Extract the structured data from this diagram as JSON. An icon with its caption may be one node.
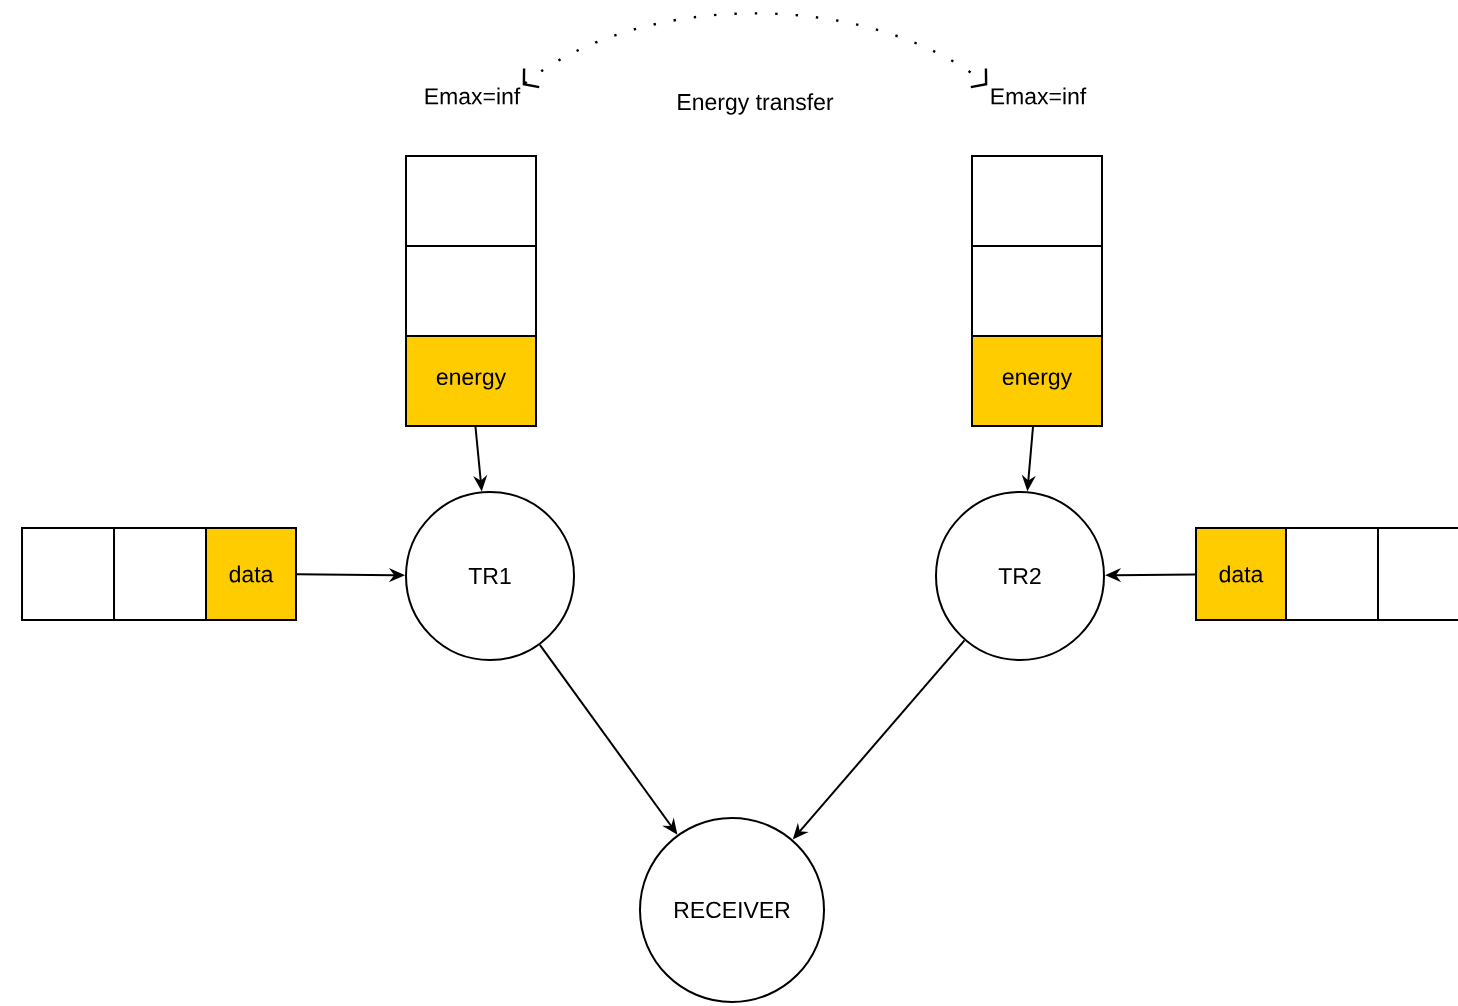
{
  "diagram": {
    "nodes": [
      {
        "text": [
          "Emax=inf"
        ]
      },
      {
        "text": [
          "Emax=inf"
        ]
      },
      {
        "text": [],
        "shape": "box"
      },
      {
        "text": [],
        "shape": "box"
      },
      {
        "text": [
          "energy"
        ]
      },
      {
        "text": [],
        "shape": "box"
      },
      {
        "text": [],
        "shape": "box"
      },
      {
        "text": [
          "energy"
        ]
      },
      {
        "text": [],
        "shape": "box"
      },
      {
        "text": [],
        "shape": "box"
      },
      {
        "text": [
          "data"
        ]
      },
      {
        "text": [
          "TR1"
        ]
      },
      {
        "text": [
          "data"
        ]
      },
      {
        "text": [],
        "shape": "box"
      },
      {
        "text": [],
        "shape": "box"
      },
      {
        "text": [
          "TR2"
        ]
      },
      {
        "text": [
          "RECEIVER"
        ]
      }
    ],
    "edges": [
      {
        "from": 0,
        "to": 1,
        "arrow": "both",
        "style": "dashed",
        "label": "Energy transfer"
      },
      {
        "from": 4,
        "to": 11,
        "arrow": "to"
      },
      {
        "from": 7,
        "to": 15,
        "arrow": "to"
      },
      {
        "from": 10,
        "to": 11,
        "arrow": "to"
      },
      {
        "from": 12,
        "to": 15,
        "arrow": "to"
      },
      {
        "from": 11,
        "to": 16,
        "arrow": "to"
      },
      {
        "from": 15,
        "to": 16,
        "arrow": "to"
      }
    ]
  }
}
